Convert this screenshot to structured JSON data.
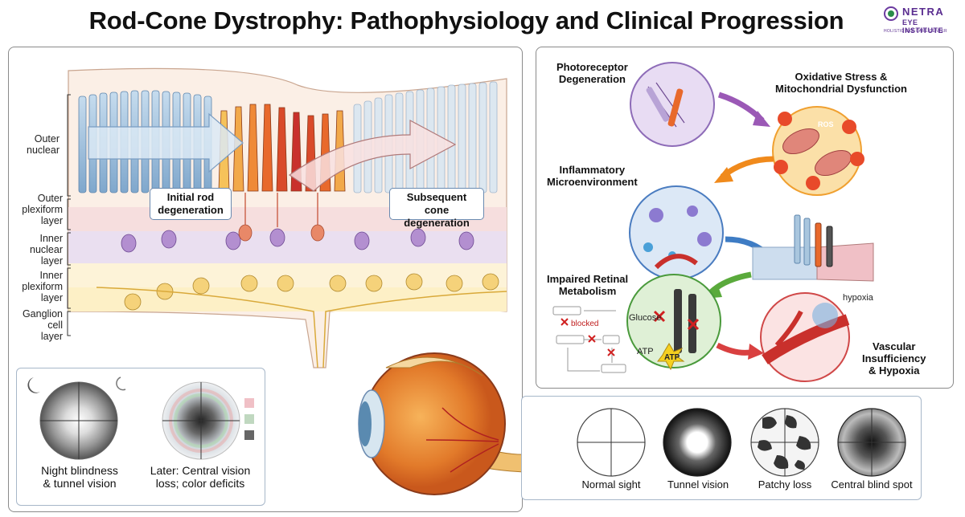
{
  "title": "Rod-Cone Dystrophy: Pathophysiology and Clinical Progression",
  "logo": {
    "line1": "NETRA",
    "line2": "EYE INSTITUTE",
    "line3": "HOLISTIC EYE CARE CENTER"
  },
  "layers": {
    "outer_nuclear": [
      "Outer",
      "nuclear"
    ],
    "outer_plexiform": [
      "Outer",
      "plexiform",
      "layer"
    ],
    "inner_nuclear": [
      "Inner",
      "nuclear",
      "layer"
    ],
    "inner_plexiform": [
      "Inner",
      "plexiform",
      "layer"
    ],
    "ganglion": [
      "Ganglion",
      "cell",
      "layer"
    ]
  },
  "callouts": {
    "rod": [
      "Initial rod",
      "degeneration"
    ],
    "cone": [
      "Subsequent cone",
      "degeneration"
    ]
  },
  "mechanism": {
    "photoreceptor": [
      "Photoreceptor",
      "Degeneration"
    ],
    "oxidative": [
      "Oxidative Stress &",
      "Mitochondrial Dysfunction"
    ],
    "ros": "ROS",
    "inflammatory": [
      "Inflammatory",
      "Microenvironment"
    ],
    "metabolism": [
      "Impaired Retinal",
      "Metabolism"
    ],
    "blocked": "blocked",
    "glucose": "Glucose",
    "atp": "ATP",
    "hypoxia": "hypoxia",
    "vascular": [
      "Vascular",
      "Insufficiency",
      "& Hypoxia"
    ]
  },
  "symptoms": {
    "night": [
      "Night blindness",
      "& tunnel vision"
    ],
    "later": [
      "Later: Central vision",
      "loss; color deficits"
    ]
  },
  "vision_examples": [
    "Normal sight",
    "Tunnel vision",
    "Patchy loss",
    "Central blind spot"
  ],
  "colors": {
    "rod": "#a9c6de",
    "cone_warm": "#e8692c",
    "cone_red": "#c9302c",
    "purple_arrow": "#9b59b6",
    "orange_arrow": "#f08a1c",
    "blue_arrow": "#3e7cc4",
    "green_arrow": "#5aaa3c",
    "red_arrow": "#d94040"
  }
}
